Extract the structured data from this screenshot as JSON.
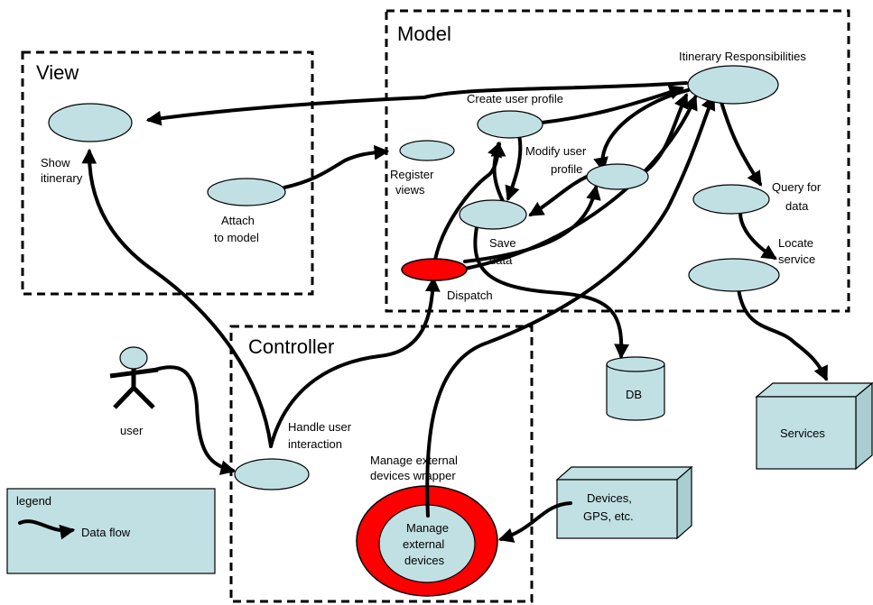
{
  "groups": {
    "view": "View",
    "model": "Model",
    "controller": "Controller"
  },
  "nodes": {
    "show_itinerary": [
      "Show",
      "itinerary"
    ],
    "attach_to_model": [
      "Attach",
      "to model"
    ],
    "register_views": [
      "Register",
      "views"
    ],
    "create_user_profile": "Create user profile",
    "modify_user_profile": [
      "Modify user",
      "profile"
    ],
    "save_data": [
      "Save",
      "data"
    ],
    "dispatch": "Dispatch",
    "itinerary_responsibilities": "Itinerary Responsibilities",
    "query_for_data": [
      "Query for",
      "data"
    ],
    "locate_service": [
      "Locate",
      "service"
    ],
    "db": "DB",
    "services": "Services",
    "devices": [
      "Devices,",
      "GPS, etc."
    ],
    "handle_user_interaction": [
      "Handle user",
      "interaction"
    ],
    "manage_external_devices_wrapper": [
      "Manage external",
      "devices wrapper"
    ],
    "manage_external_devices": [
      "Manage",
      "external",
      "devices"
    ],
    "user": "user"
  },
  "legend": {
    "title": "legend",
    "item": "Data flow"
  },
  "colors": {
    "node_fill": "#c1e0e3",
    "active_fill": "#ff0000",
    "line": "#000000"
  }
}
